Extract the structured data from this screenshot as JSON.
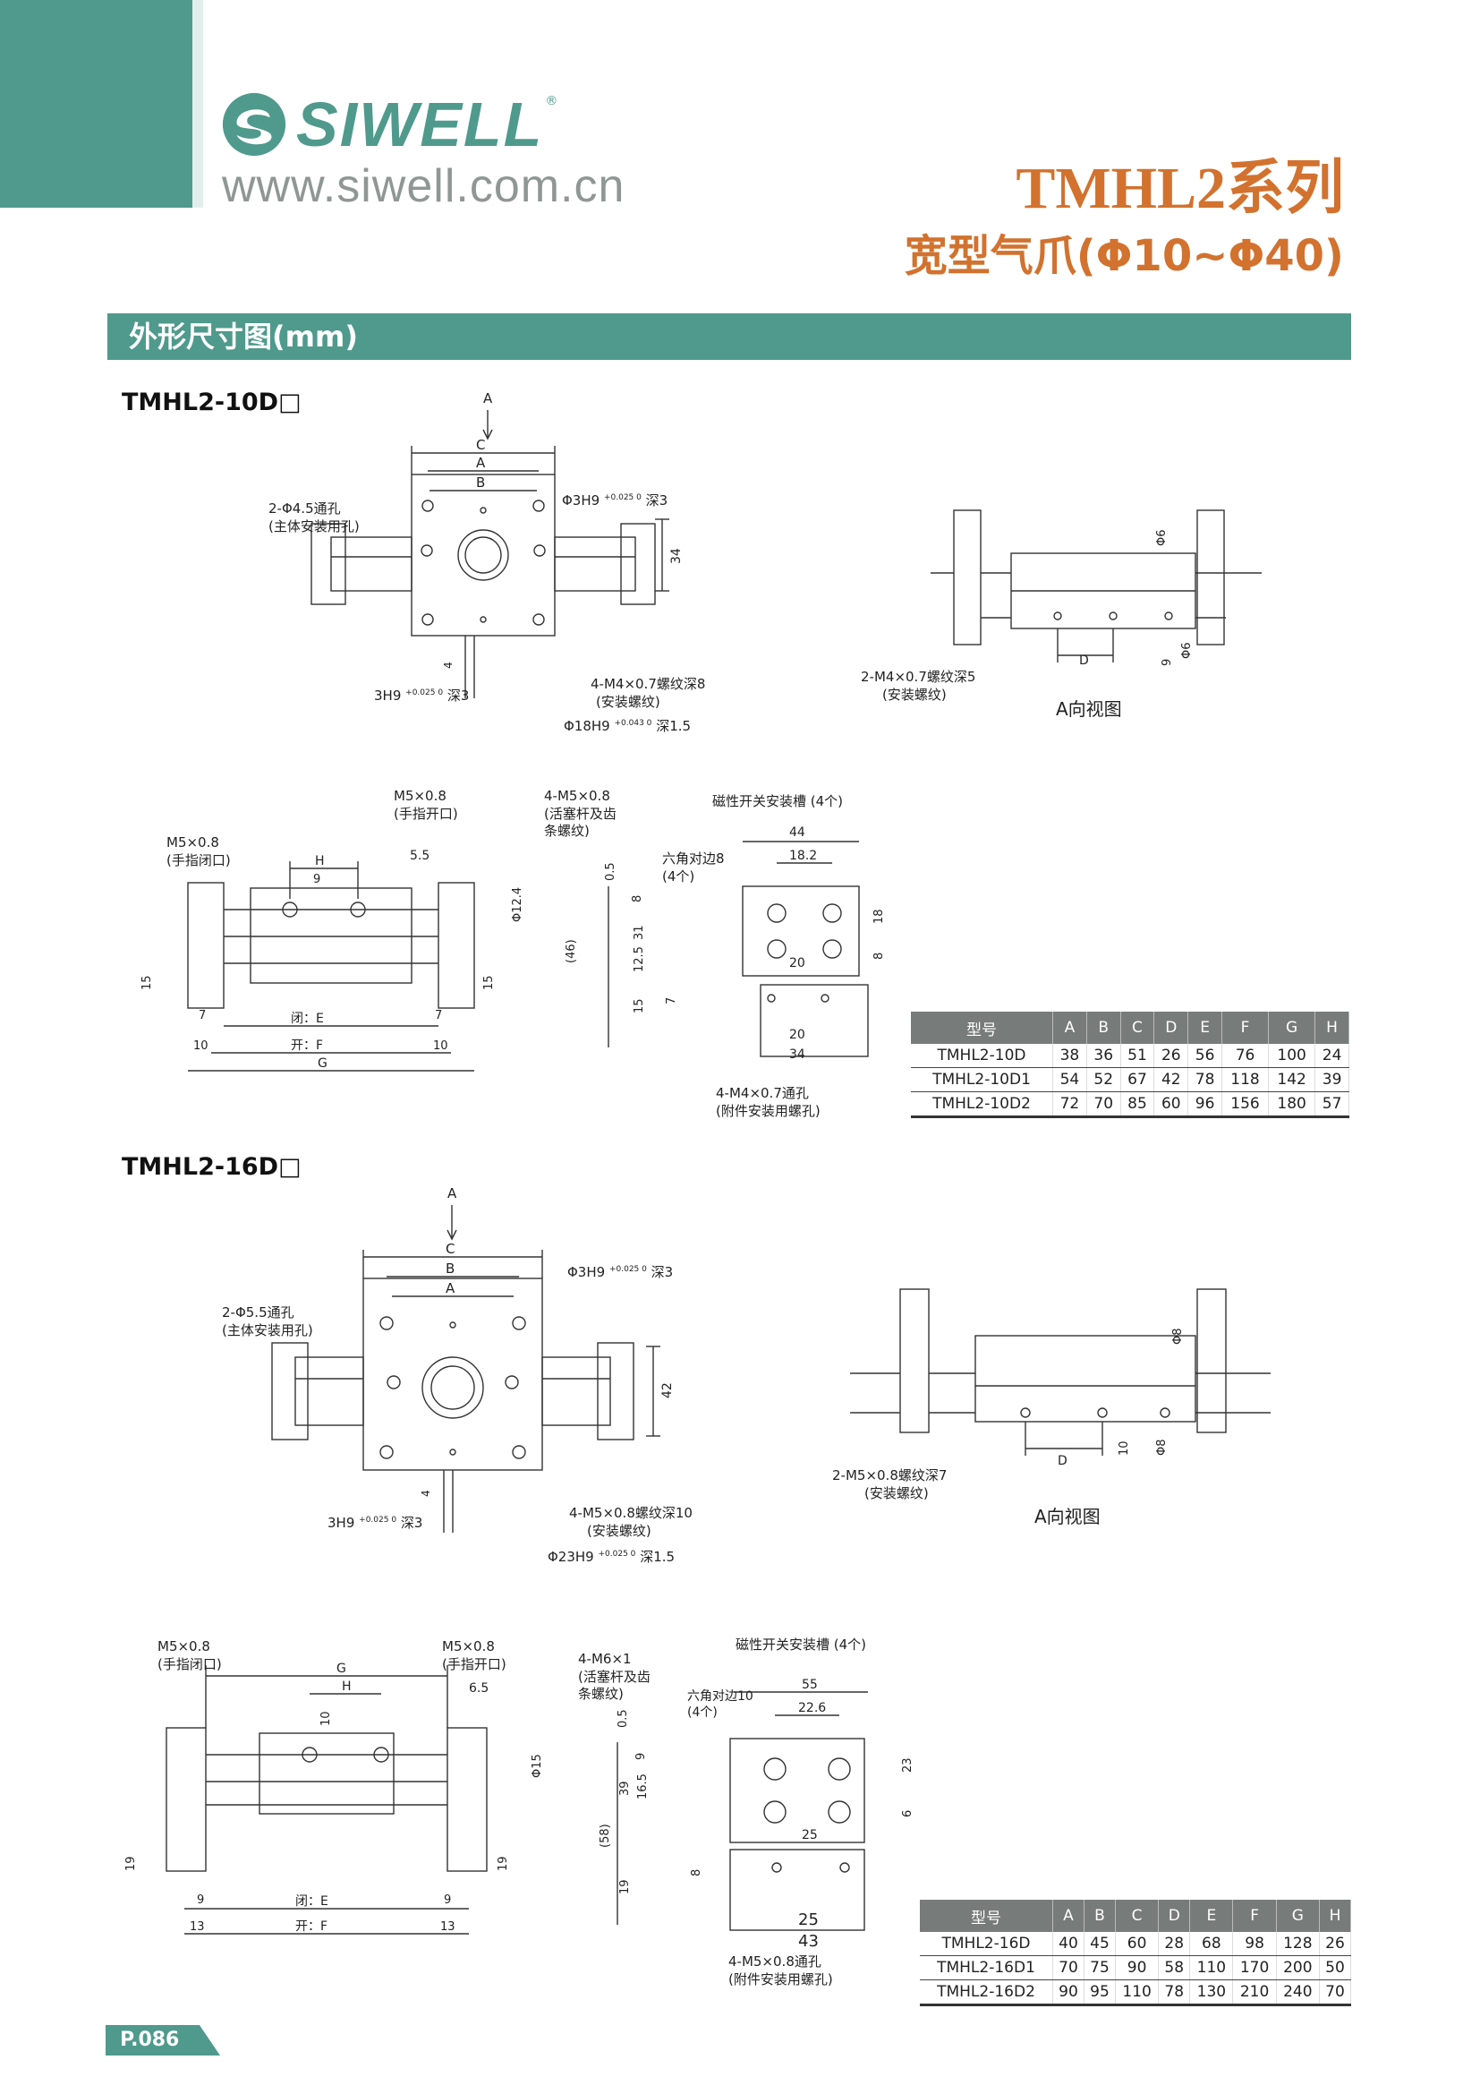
{
  "header": {
    "brand": "SIWELL",
    "brand_mark": "®",
    "website": "www.siwell.com.cn",
    "series_title": "TMHL2系列",
    "subtitle": "宽型气爪(Φ10~Φ40)"
  },
  "section": {
    "title": "外形尺寸图(mm)"
  },
  "icons": {
    "logo": "siwell-logo-mark"
  },
  "colors": {
    "accent": "#4f9a8c",
    "orange": "#d2722e",
    "table_header": "#777b7a"
  },
  "models": [
    {
      "heading": "TMHL2-10D□",
      "labels": {
        "arrowA": "A",
        "C": "C",
        "A": "A",
        "B": "B",
        "hole": "2-Φ4.5通孔",
        "hole_note": "(主体安装用孔)",
        "pin_top": "Φ3H9",
        "pin_top_tol": "+0.025  0",
        "pin_top_depth": "深3",
        "h34": "34",
        "dim4": "4",
        "pin_bot": "3H9",
        "pin_bot_tol": "+0.025  0",
        "pin_bot_depth": "深3",
        "thread": "4-M4×0.7螺纹深8",
        "thread_note": "(安装螺纹)",
        "bore": "Φ18H9",
        "bore_tol": "+0.043  0",
        "bore_depth": "深1.5",
        "side_phi_top": "Φ6",
        "side_phi_bot": "Φ6",
        "side_D": "D",
        "side_9": "9",
        "side_thread": "2-M4×0.7螺纹深5",
        "side_thread_note": "(安装螺纹)",
        "view_label": "A向视图",
        "close_port": "M5×0.8",
        "close_note": "(手指闭口)",
        "open_port": "M5×0.8",
        "open_note": "(手指开口)",
        "piston": "4-M5×0.8",
        "piston_note1": "(活塞杆及齿",
        "piston_note2": "条螺纹)",
        "H": "H",
        "d9": "9",
        "d55": "5.5",
        "phi124": "Φ12.4",
        "d15L": "15",
        "d15R": "15",
        "d7L": "7",
        "d7R": "7",
        "d10L": "10",
        "d10R": "10",
        "closeE": "闭：E",
        "openF": "开：F",
        "G": "G",
        "slot": "磁性开关安装槽 (4个)",
        "d44": "44",
        "d182": "18.2",
        "hex": "六角对边8",
        "hex_n": "(4个)",
        "d05": "0.5",
        "d8": "8",
        "d31": "31",
        "d125": "12.5",
        "d46": "(46)",
        "d15": "15",
        "d7": "7",
        "d18": "18",
        "d8b": "8",
        "d20a": "20",
        "d20b": "20",
        "d34": "34",
        "att": "4-M4×0.7通孔",
        "att_note": "(附件安装用螺孔)"
      },
      "table": {
        "columns": [
          "型号",
          "A",
          "B",
          "C",
          "D",
          "E",
          "F",
          "G",
          "H"
        ],
        "rows": [
          [
            "TMHL2-10D",
            "38",
            "36",
            "51",
            "26",
            "56",
            "76",
            "100",
            "24"
          ],
          [
            "TMHL2-10D1",
            "54",
            "52",
            "67",
            "42",
            "78",
            "118",
            "142",
            "39"
          ],
          [
            "TMHL2-10D2",
            "72",
            "70",
            "85",
            "60",
            "96",
            "156",
            "180",
            "57"
          ]
        ]
      }
    },
    {
      "heading": "TMHL2-16D□",
      "labels": {
        "arrowA": "A",
        "C": "C",
        "A": "A",
        "B": "B",
        "hole": "2-Φ5.5通孔",
        "hole_note": "(主体安装用孔)",
        "pin_top": "Φ3H9",
        "pin_top_tol": "+0.025  0",
        "pin_top_depth": "深3",
        "h34": "42",
        "dim4": "4",
        "pin_bot": "3H9",
        "pin_bot_tol": "+0.025  0",
        "pin_bot_depth": "深3",
        "thread": "4-M5×0.8螺纹深10",
        "thread_note": "(安装螺纹)",
        "bore": "Φ23H9",
        "bore_tol": "+0.025  0",
        "bore_depth": "深1.5",
        "side_phi_top": "Φ8",
        "side_phi_bot": "Φ8",
        "side_D": "D",
        "side_9": "10",
        "side_thread": "2-M5×0.8螺纹深7",
        "side_thread_note": "(安装螺纹)",
        "view_label": "A向视图",
        "close_port": "M5×0.8",
        "close_note": "(手指闭口)",
        "open_port": "M5×0.8",
        "open_note": "(手指开口)",
        "piston": "4-M6×1",
        "piston_note1": "(活塞杆及齿",
        "piston_note2": "条螺纹)",
        "H": "H",
        "d9": "10",
        "d55": "6.5",
        "phi124": "Φ15",
        "d15L": "19",
        "d15R": "19",
        "d7L": "9",
        "d7R": "9",
        "d10L": "13",
        "d10R": "13",
        "closeE": "闭：E",
        "openF": "开：F",
        "G": "G",
        "slot": "磁性开关安装槽 (4个)",
        "d44": "55",
        "d182": "22.6",
        "hex": "六角对边10",
        "hex_n": "(4个)",
        "d05": "0.5",
        "d8": "9",
        "d31": "39",
        "d125": "16.5",
        "d46": "(58)",
        "d15": "19",
        "d7": "8",
        "d18": "23",
        "d8b": "6",
        "d20a": "25",
        "d20b": "25",
        "d34": "43",
        "att": "4-M5×0.8通孔",
        "att_note": "(附件安装用螺孔)"
      },
      "table": {
        "columns": [
          "型号",
          "A",
          "B",
          "C",
          "D",
          "E",
          "F",
          "G",
          "H"
        ],
        "rows": [
          [
            "TMHL2-16D",
            "40",
            "45",
            "60",
            "28",
            "68",
            "98",
            "128",
            "26"
          ],
          [
            "TMHL2-16D1",
            "70",
            "75",
            "90",
            "58",
            "110",
            "170",
            "200",
            "50"
          ],
          [
            "TMHL2-16D2",
            "90",
            "95",
            "110",
            "78",
            "130",
            "210",
            "240",
            "70"
          ]
        ]
      }
    }
  ],
  "footer": {
    "page": "P.086"
  }
}
